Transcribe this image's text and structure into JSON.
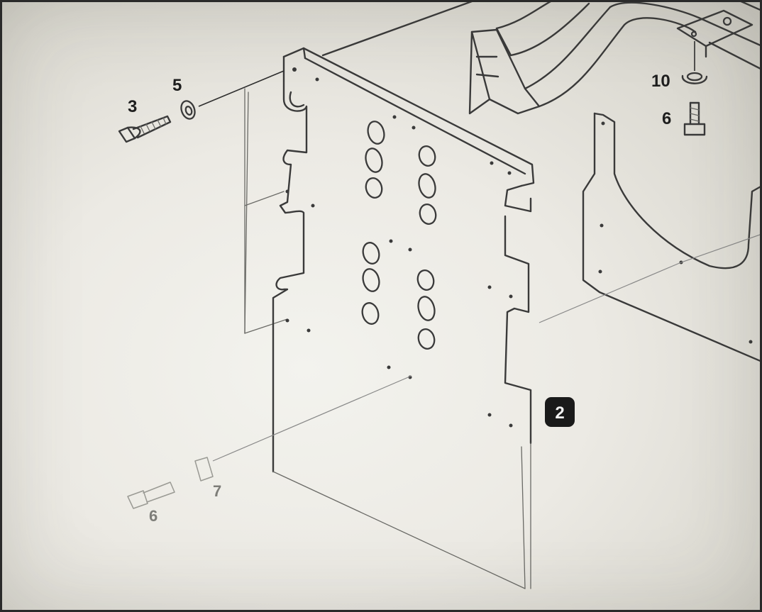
{
  "callouts": {
    "screw_left": "3",
    "washer_left": "5",
    "washer_top_right": "10",
    "bolt_top_right": "6",
    "panel": "2",
    "washer_bottom": "7",
    "bolt_bottom": "6"
  },
  "icons": {
    "panel": "perforated-side-panel",
    "bracket": "curved-support-bracket",
    "frame": "tubular-frame",
    "screw": "screw-icon",
    "washer": "washer-icon",
    "bolt": "bolt-icon"
  },
  "colors": {
    "line": "#3a3a3a",
    "paper": "#eceae4",
    "badge": "#1a1a1a"
  }
}
